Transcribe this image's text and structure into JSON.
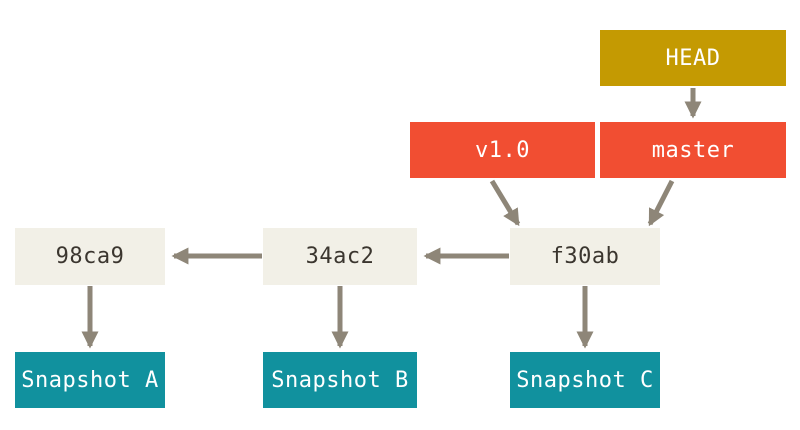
{
  "colors": {
    "background": "#ffffff",
    "head_bg": "#c49a02",
    "ref_bg": "#f14e32",
    "commit_bg": "#f2f0e7",
    "snapshot_bg": "#11919e",
    "arrow": "#8e8678",
    "light_text": "#ffffff",
    "dark_text": "#3b362f"
  },
  "nodes": {
    "head": {
      "label": "HEAD"
    },
    "tag": {
      "label": "v1.0"
    },
    "branch": {
      "label": "master"
    },
    "commits": [
      {
        "label": "98ca9"
      },
      {
        "label": "34ac2"
      },
      {
        "label": "f30ab"
      }
    ],
    "snapshots": [
      {
        "label": "Snapshot A"
      },
      {
        "label": "Snapshot B"
      },
      {
        "label": "Snapshot C"
      }
    ]
  }
}
